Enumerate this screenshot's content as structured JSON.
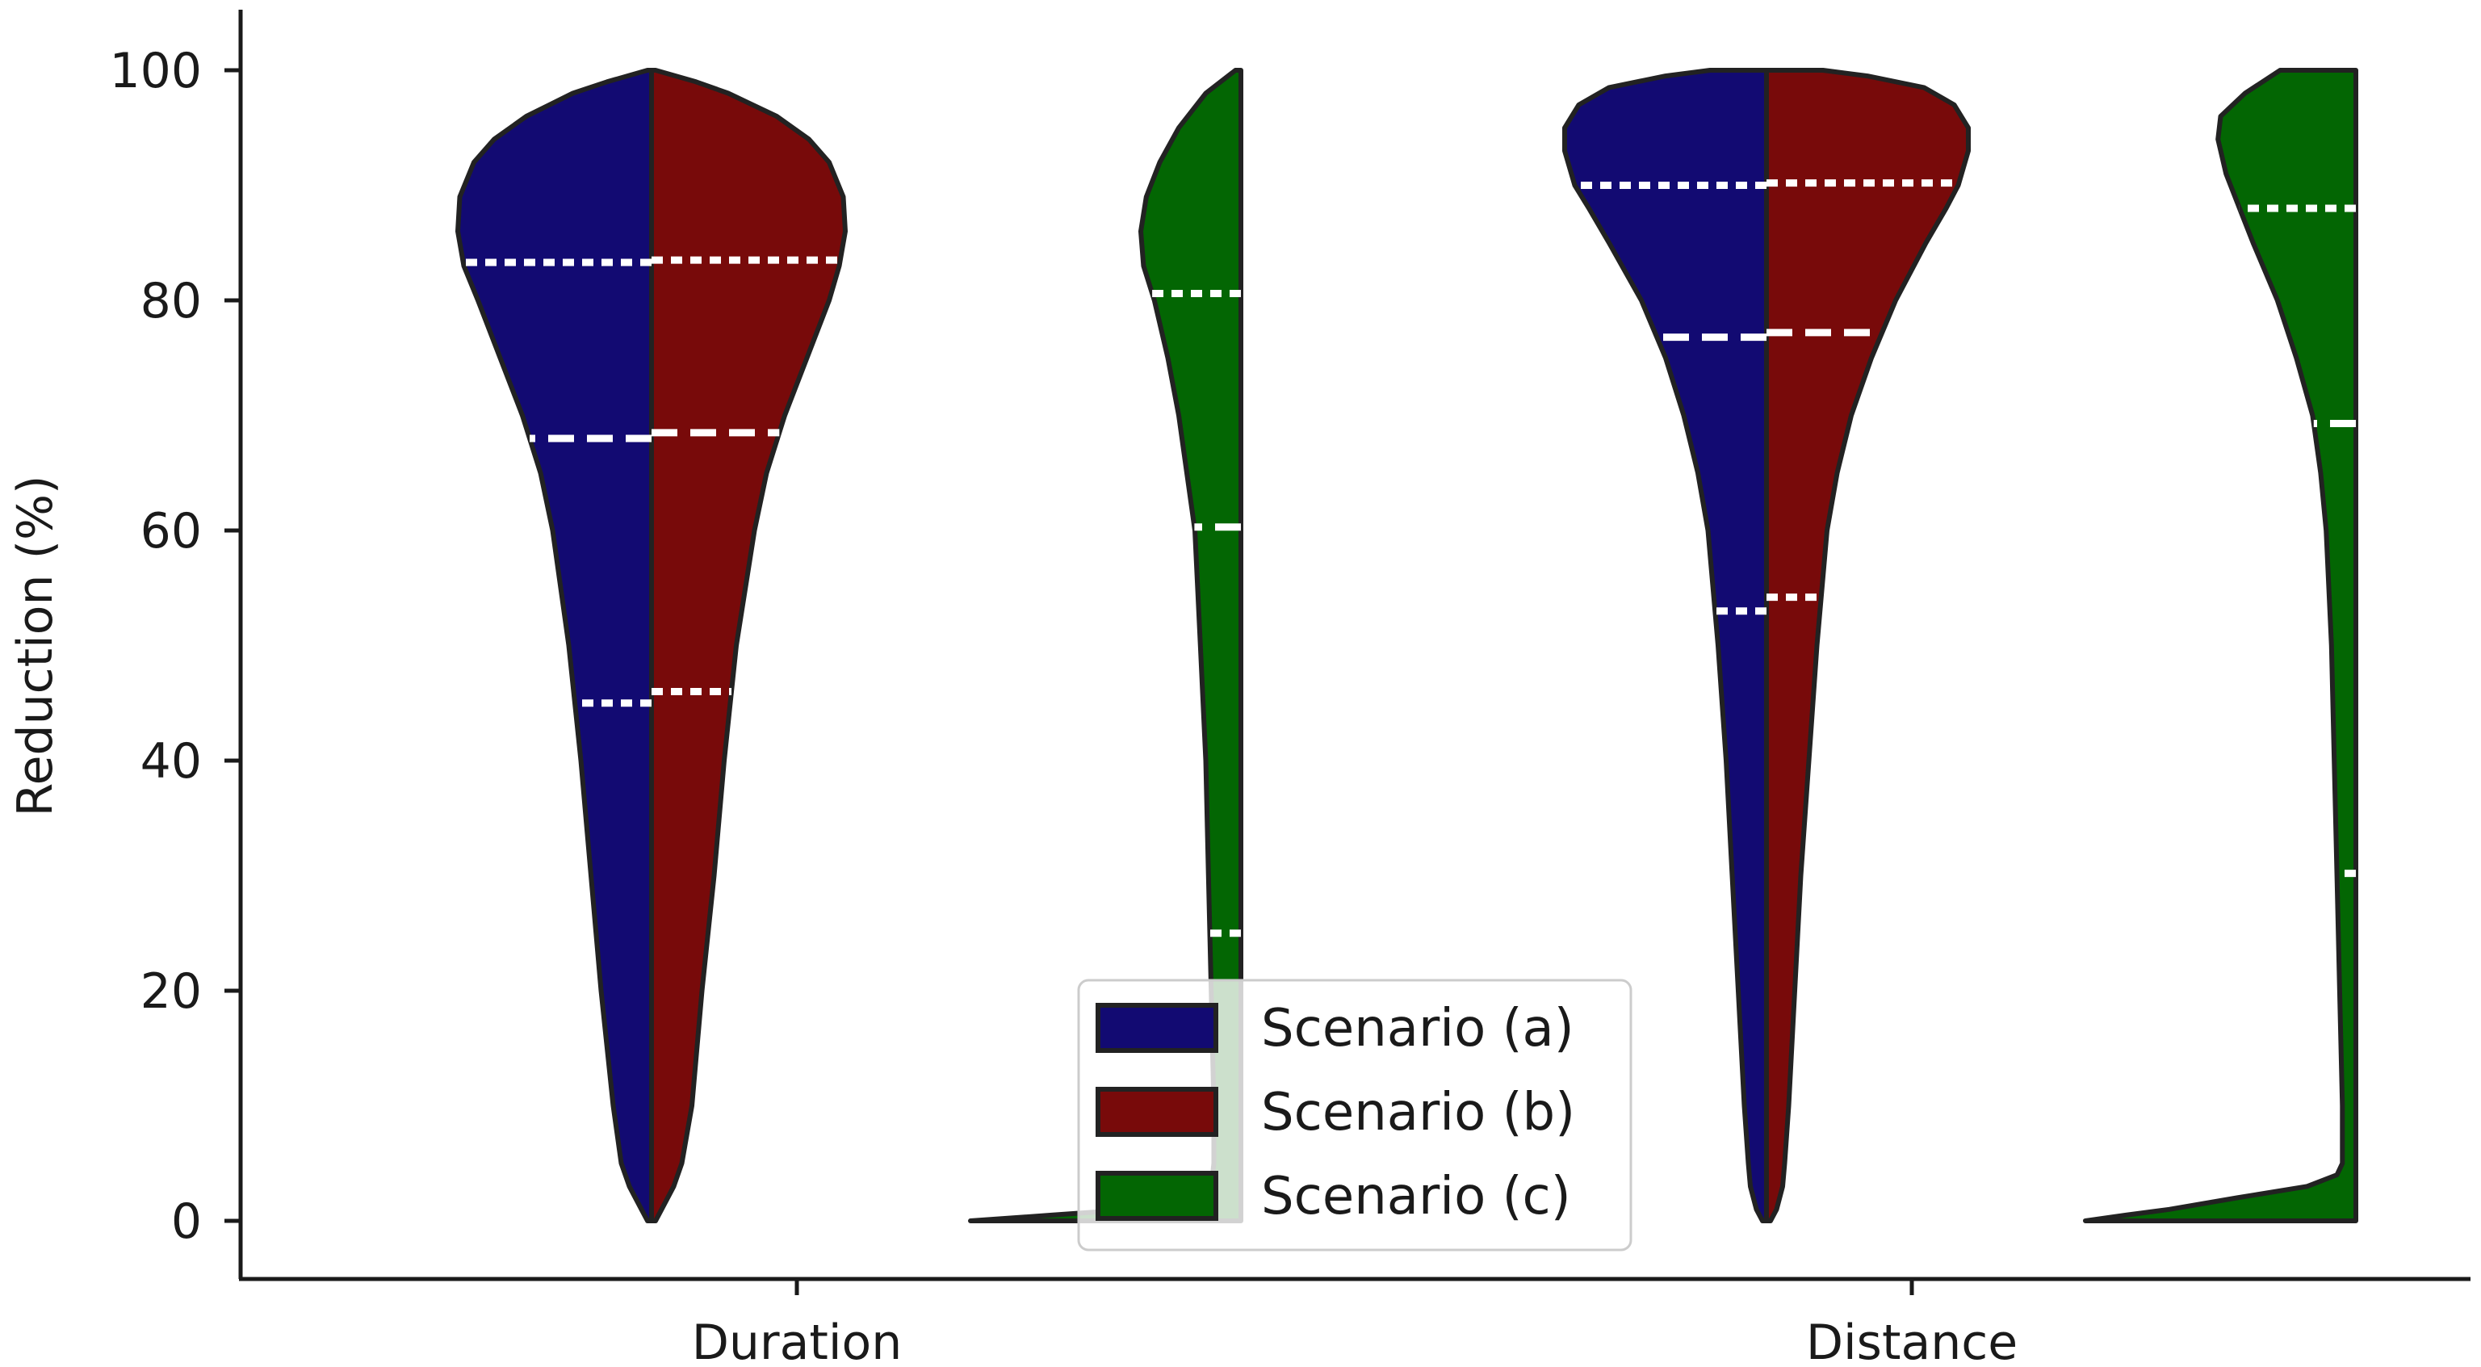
{
  "chart_data": {
    "type": "violin",
    "ylabel": "Reduction (%)",
    "xlabel": "",
    "ylim": [
      0,
      100
    ],
    "yticks": [
      0,
      20,
      40,
      60,
      80,
      100
    ],
    "categories": [
      "Duration",
      "Distance"
    ],
    "legend": {
      "position": "lower-center"
    },
    "series": [
      {
        "name": "Scenario (a)",
        "color": "#120a72",
        "violins": {
          "Duration": {
            "q1": 45,
            "median": 68,
            "q3": 83.3,
            "profile": [
              [
                0,
                0.02
              ],
              [
                1,
                0.05
              ],
              [
                3,
                0.11
              ],
              [
                5,
                0.15
              ],
              [
                10,
                0.19
              ],
              [
                20,
                0.25
              ],
              [
                30,
                0.3
              ],
              [
                40,
                0.35
              ],
              [
                50,
                0.41
              ],
              [
                60,
                0.49
              ],
              [
                65,
                0.55
              ],
              [
                70,
                0.64
              ],
              [
                75,
                0.75
              ],
              [
                80,
                0.86
              ],
              [
                83,
                0.93
              ],
              [
                86,
                0.96
              ],
              [
                89,
                0.95
              ],
              [
                92,
                0.88
              ],
              [
                94,
                0.78
              ],
              [
                96,
                0.62
              ],
              [
                98,
                0.39
              ],
              [
                99,
                0.22
              ],
              [
                100,
                0.02
              ]
            ]
          },
          "Distance": {
            "q1": 53,
            "median": 76.8,
            "q3": 90,
            "profile": [
              [
                0,
                0.02
              ],
              [
                1,
                0.05
              ],
              [
                3,
                0.08
              ],
              [
                5,
                0.09
              ],
              [
                10,
                0.11
              ],
              [
                20,
                0.14
              ],
              [
                30,
                0.17
              ],
              [
                40,
                0.2
              ],
              [
                50,
                0.24
              ],
              [
                60,
                0.29
              ],
              [
                65,
                0.34
              ],
              [
                70,
                0.41
              ],
              [
                75,
                0.5
              ],
              [
                80,
                0.62
              ],
              [
                85,
                0.78
              ],
              [
                88,
                0.88
              ],
              [
                90,
                0.95
              ],
              [
                93,
                1.0
              ],
              [
                95,
                1.0
              ],
              [
                97,
                0.93
              ],
              [
                98.5,
                0.78
              ],
              [
                99.5,
                0.5
              ],
              [
                100,
                0.28
              ]
            ]
          }
        }
      },
      {
        "name": "Scenario (b)",
        "color": "#780a0a",
        "violins": {
          "Duration": {
            "q1": 46,
            "median": 68.5,
            "q3": 83.5,
            "profile": [
              [
                0,
                0.02
              ],
              [
                1,
                0.05
              ],
              [
                3,
                0.11
              ],
              [
                5,
                0.15
              ],
              [
                10,
                0.2
              ],
              [
                20,
                0.25
              ],
              [
                30,
                0.31
              ],
              [
                40,
                0.36
              ],
              [
                50,
                0.42
              ],
              [
                60,
                0.51
              ],
              [
                65,
                0.57
              ],
              [
                70,
                0.66
              ],
              [
                75,
                0.77
              ],
              [
                80,
                0.88
              ],
              [
                83,
                0.93
              ],
              [
                86,
                0.96
              ],
              [
                89,
                0.95
              ],
              [
                92,
                0.88
              ],
              [
                94,
                0.78
              ],
              [
                96,
                0.62
              ],
              [
                98,
                0.38
              ],
              [
                99,
                0.22
              ],
              [
                100,
                0.02
              ]
            ]
          },
          "Distance": {
            "q1": 54.2,
            "median": 77.2,
            "q3": 90.2,
            "profile": [
              [
                0,
                0.02
              ],
              [
                1,
                0.05
              ],
              [
                3,
                0.08
              ],
              [
                5,
                0.09
              ],
              [
                10,
                0.11
              ],
              [
                20,
                0.14
              ],
              [
                30,
                0.17
              ],
              [
                40,
                0.21
              ],
              [
                50,
                0.25
              ],
              [
                60,
                0.3
              ],
              [
                65,
                0.35
              ],
              [
                70,
                0.42
              ],
              [
                75,
                0.52
              ],
              [
                80,
                0.64
              ],
              [
                85,
                0.79
              ],
              [
                88,
                0.89
              ],
              [
                90,
                0.95
              ],
              [
                93,
                1.0
              ],
              [
                95,
                1.0
              ],
              [
                97,
                0.93
              ],
              [
                98.5,
                0.78
              ],
              [
                99.5,
                0.5
              ],
              [
                100,
                0.28
              ]
            ]
          }
        }
      },
      {
        "name": "Scenario (c)",
        "color": "#036603",
        "violins": {
          "Duration": {
            "q1": 25,
            "median": 60.3,
            "q3": 80.6,
            "profile": [
              [
                0,
                1.0
              ],
              [
                0.5,
                0.7
              ],
              [
                1,
                0.4
              ],
              [
                1.5,
                0.22
              ],
              [
                2,
                0.13
              ],
              [
                3,
                0.11
              ],
              [
                5,
                0.1
              ],
              [
                10,
                0.1
              ],
              [
                20,
                0.11
              ],
              [
                30,
                0.12
              ],
              [
                40,
                0.13
              ],
              [
                50,
                0.15
              ],
              [
                60,
                0.17
              ],
              [
                65,
                0.2
              ],
              [
                70,
                0.23
              ],
              [
                75,
                0.27
              ],
              [
                80,
                0.32
              ],
              [
                83,
                0.36
              ],
              [
                86,
                0.37
              ],
              [
                89,
                0.35
              ],
              [
                92,
                0.3
              ],
              [
                95,
                0.23
              ],
              [
                98,
                0.13
              ],
              [
                100,
                0.02
              ]
            ]
          },
          "Distance": {
            "q1": 30.2,
            "median": 69.3,
            "q3": 88,
            "profile": [
              [
                0,
                1.0
              ],
              [
                0.5,
                0.85
              ],
              [
                1,
                0.69
              ],
              [
                2,
                0.44
              ],
              [
                3,
                0.18
              ],
              [
                4,
                0.07
              ],
              [
                5,
                0.05
              ],
              [
                10,
                0.05
              ],
              [
                20,
                0.06
              ],
              [
                30,
                0.07
              ],
              [
                40,
                0.08
              ],
              [
                50,
                0.09
              ],
              [
                60,
                0.11
              ],
              [
                65,
                0.13
              ],
              [
                70,
                0.16
              ],
              [
                75,
                0.22
              ],
              [
                80,
                0.29
              ],
              [
                85,
                0.38
              ],
              [
                88,
                0.43
              ],
              [
                91,
                0.48
              ],
              [
                94,
                0.51
              ],
              [
                96,
                0.5
              ],
              [
                98,
                0.41
              ],
              [
                100,
                0.28
              ]
            ]
          }
        }
      }
    ]
  }
}
